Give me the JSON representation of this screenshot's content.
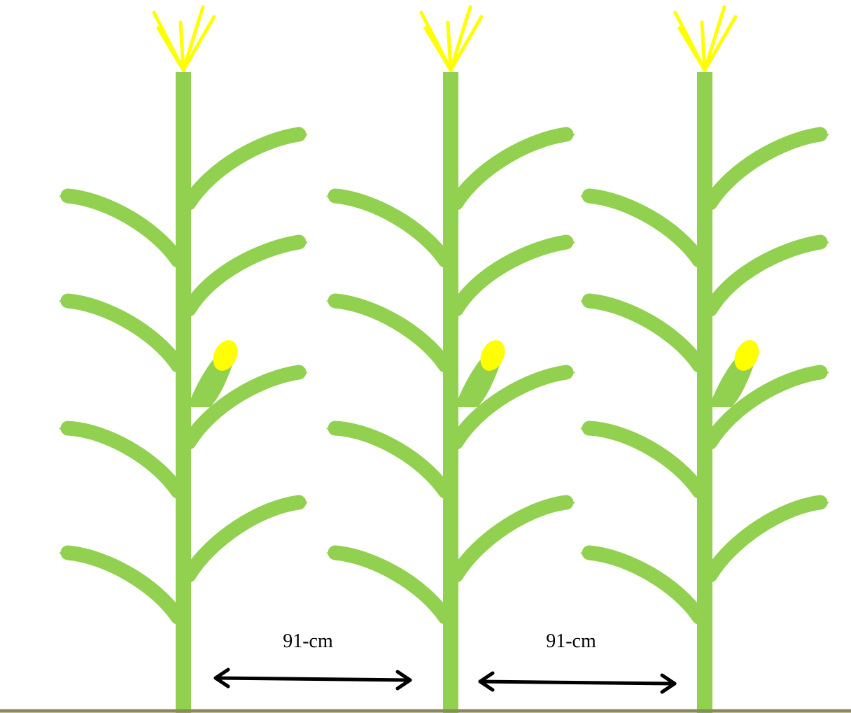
{
  "diagram": {
    "plant_count": 3,
    "spacing_labels": [
      "91-cm",
      "91-cm"
    ],
    "colors": {
      "stalk": "#92D050",
      "tassel": "#FFFF00",
      "ear": "#FFFF00",
      "ground": "#8A8A5C",
      "arrow": "#000000",
      "background": "#FFFFFF"
    }
  }
}
